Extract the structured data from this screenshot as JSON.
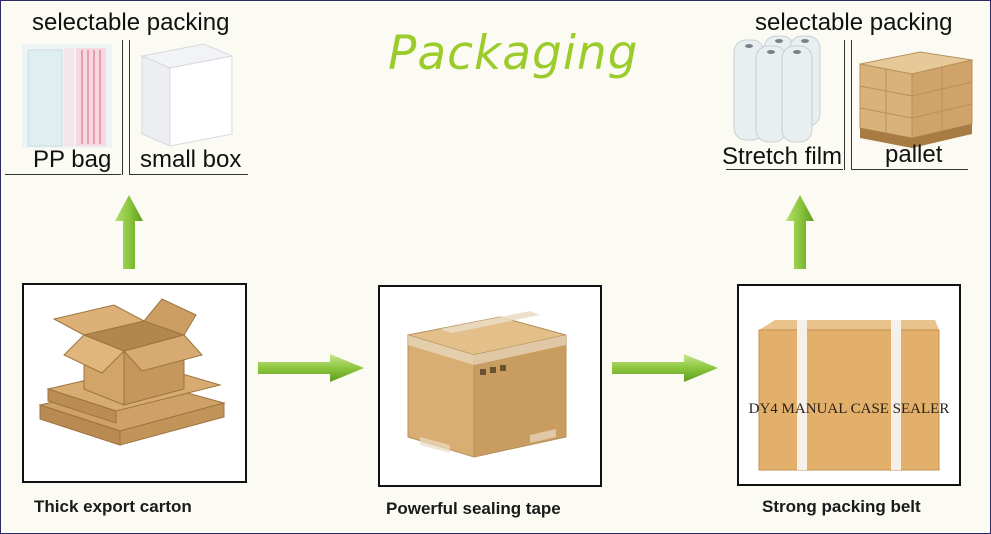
{
  "title": "Packaging",
  "left_options": {
    "header": "selectable packing",
    "items": [
      "PP bag",
      "small box"
    ]
  },
  "right_options": {
    "header": "selectable packing",
    "items": [
      "Stretch film",
      "pallet"
    ]
  },
  "steps": [
    {
      "caption": "Thick export carton"
    },
    {
      "caption": "Powerful sealing tape"
    },
    {
      "caption": "Strong packing belt"
    }
  ],
  "box_print": "DY4 MANUAL CASE SEALER",
  "colors": {
    "title": "#9ccc2c",
    "arrow": "#8cc63e",
    "cardboard": "#d6a86a"
  }
}
